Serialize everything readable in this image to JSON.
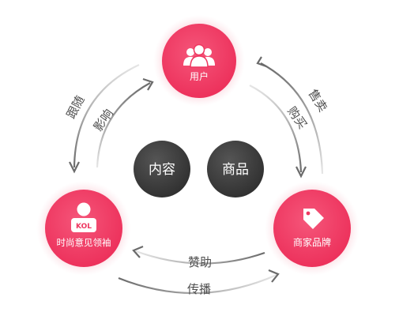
{
  "nodes": {
    "user": {
      "label": "用户",
      "icon": "users-group-icon"
    },
    "kol": {
      "label": "时尚意见领袖",
      "badge": "KOL",
      "icon": "kol-person-icon"
    },
    "brand": {
      "label": "商家品牌",
      "icon": "price-tag-icon"
    }
  },
  "center": {
    "content": "内容",
    "goods": "商品"
  },
  "edges": {
    "follow": "跟随",
    "influence": "影响",
    "sell": "售卖",
    "buy": "购买",
    "sponsor": "赞助",
    "spread": "传播"
  },
  "colors": {
    "node_fill": "#f0365f",
    "node_glow": "#f6a3b4",
    "center_fill": "#3d3d3d",
    "arrow": "#6b6b6b",
    "arrow_fade": "#e2e2e2",
    "label_text": "#4d4d4d"
  }
}
